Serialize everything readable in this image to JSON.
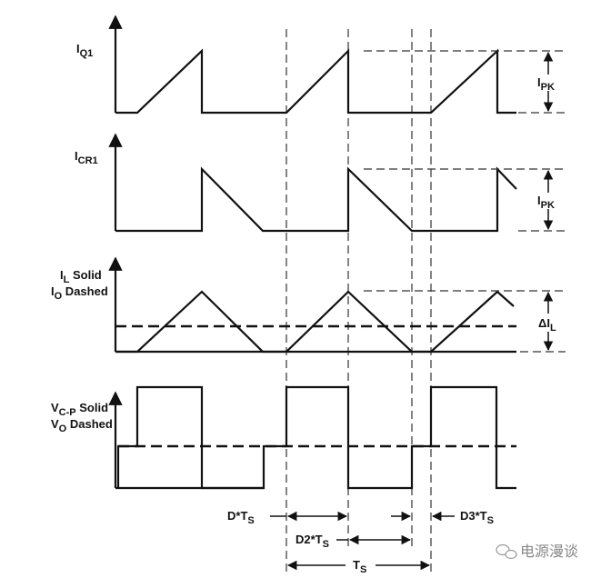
{
  "signals": {
    "iq1": {
      "main": "I",
      "sub": "Q1"
    },
    "icr1": {
      "main": "I",
      "sub": "CR1"
    },
    "il": {
      "main": "I",
      "sub": "L",
      "suffix": " Solid",
      "line2_main": "I",
      "line2_sub": "O",
      "line2_suffix": " Dashed"
    },
    "vcp": {
      "main": "V",
      "sub": "C-P",
      "suffix": " Solid",
      "line2_main": "V",
      "line2_sub": "O",
      "line2_suffix": " Dashed"
    }
  },
  "dimensions": {
    "ipk1": {
      "main": "I",
      "sub": "PK"
    },
    "ipk2": {
      "main": "I",
      "sub": "PK"
    },
    "delta_il": {
      "main": "ΔI",
      "sub": "L"
    }
  },
  "timing": {
    "d_ts": {
      "main": "D*T",
      "sub": "S"
    },
    "d2_ts": {
      "main": "D2*T",
      "sub": "S"
    },
    "d3_ts": {
      "main": "D3*T",
      "sub": "S"
    },
    "ts": {
      "main": "T",
      "sub": "S"
    }
  },
  "watermark": "电源漫谈"
}
